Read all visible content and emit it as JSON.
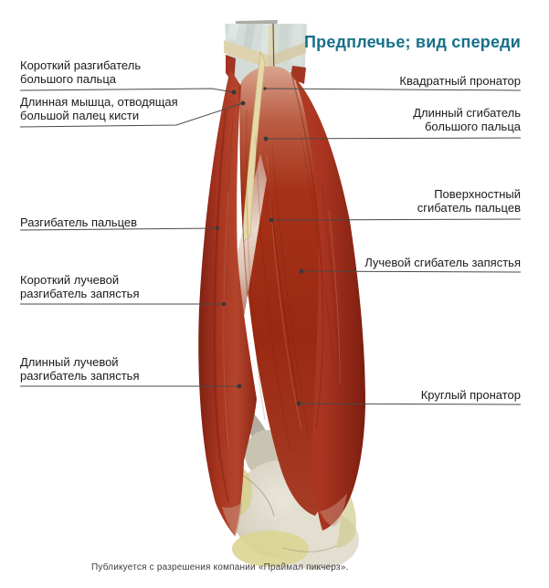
{
  "title": "Предплечье; вид спереди",
  "credit": "Публикуется с разрешения компании «Праймал пикчерз».",
  "labels": {
    "left": [
      {
        "lines": [
          "Короткий разгибатель",
          "большого пальца"
        ]
      },
      {
        "lines": [
          "Длинная мышца, отводящая",
          "большой палец кисти"
        ]
      },
      {
        "lines": [
          "Разгибатель пальцев"
        ]
      },
      {
        "lines": [
          "Короткий лучевой",
          "разгибатель запястья"
        ]
      },
      {
        "lines": [
          "Длинный лучевой",
          "разгибатель запястья"
        ]
      }
    ],
    "right": [
      {
        "lines": [
          "Квадратный пронатор"
        ]
      },
      {
        "lines": [
          "Длинный сгибатель",
          "большого пальца"
        ]
      },
      {
        "lines": [
          "Поверхностный",
          "сгибатель пальцев"
        ]
      },
      {
        "lines": [
          "Лучевой сгибатель запястья"
        ]
      },
      {
        "lines": [
          "Круглый пронатор"
        ]
      }
    ]
  },
  "colors": {
    "title_teal": "#17708a",
    "label_text": "#1b1b1b",
    "leader_line": "#4a4a4a",
    "muscle_red": "#a93420",
    "muscle_dark": "#7c2113",
    "muscle_highlight": "#d8a48e",
    "tendon_cream": "#e6d8a8",
    "bone_ivory": "#d8d3c3",
    "bone_yellow": "#dbd593",
    "wrist_pale": "#d3dcd8"
  }
}
